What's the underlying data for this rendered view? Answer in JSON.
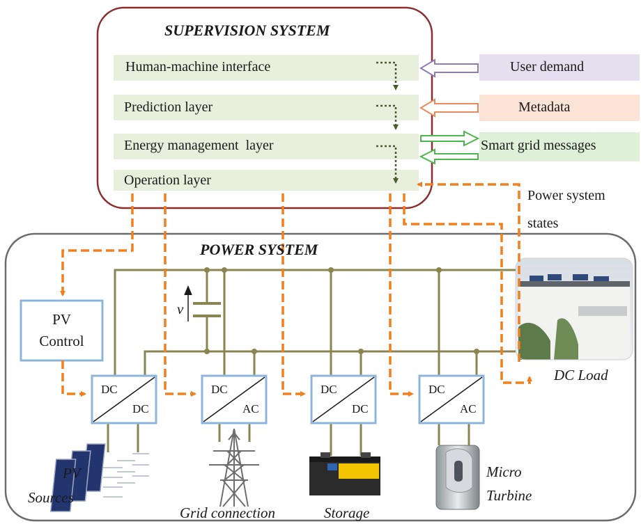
{
  "supervision": {
    "title": "SUPERVISION SYSTEM",
    "layers": [
      {
        "label": "Human-machine interface"
      },
      {
        "label": "Prediction layer"
      },
      {
        "label": "Energy management  layer"
      },
      {
        "label": "Operation layer"
      }
    ]
  },
  "external_inputs": {
    "user_demand": "User demand",
    "metadata": "Metadata",
    "smart_grid": "Smart grid messages"
  },
  "feedback": {
    "line1": "Power system",
    "line2": "states"
  },
  "power_system": {
    "title": "POWER SYSTEM",
    "pv_control_line1": "PV",
    "pv_control_line2": "Control",
    "capacitor_symbol": "v",
    "converters": [
      {
        "in": "DC",
        "out": "DC"
      },
      {
        "in": "DC",
        "out": "AC"
      },
      {
        "in": "DC",
        "out": "DC"
      },
      {
        "in": "DC",
        "out": "AC"
      }
    ],
    "dc_load": "DC Load",
    "pv_sources_line1": "PV",
    "pv_sources_line2": "Sources",
    "grid_connection": "Grid connection",
    "storage": "Storage",
    "micro_turbine_line1": "Micro",
    "micro_turbine_line2": "Turbine"
  },
  "colors": {
    "supervision_border": "#8b2d2d",
    "layer_fill": "#e8efdc",
    "bus_line": "#8a8550",
    "control_dash": "#f07f1e",
    "box_border": "#8fb4dc",
    "user_demand_fill": "#e5dff0",
    "metadata_fill": "#fbe3d5",
    "smart_grid_fill": "#dff0d8"
  }
}
